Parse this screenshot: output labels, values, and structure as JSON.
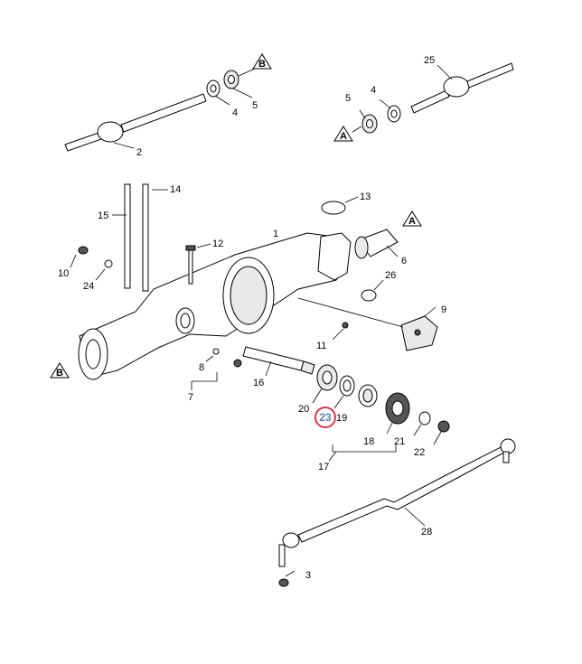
{
  "callouts": {
    "a": "A",
    "b": "B"
  },
  "part_numbers": {
    "p1": "1",
    "p2": "2",
    "p3": "3",
    "p4_left": "4",
    "p4_right": "4",
    "p5_left": "5",
    "p5_right": "5",
    "p6": "6",
    "p7": "7",
    "p8": "8",
    "p9": "9",
    "p10": "10",
    "p11": "11",
    "p12": "12",
    "p13": "13",
    "p14": "14",
    "p15": "15",
    "p16": "16",
    "p17": "17",
    "p18": "18",
    "p19": "19",
    "p20": "20",
    "p21": "21",
    "p22": "22",
    "p23": "23",
    "p24": "24",
    "p25": "25",
    "p26": "26",
    "p28": "28"
  },
  "highlight": {
    "part": "23",
    "color": "#d9344f",
    "text_color": "#5a7bbd"
  }
}
